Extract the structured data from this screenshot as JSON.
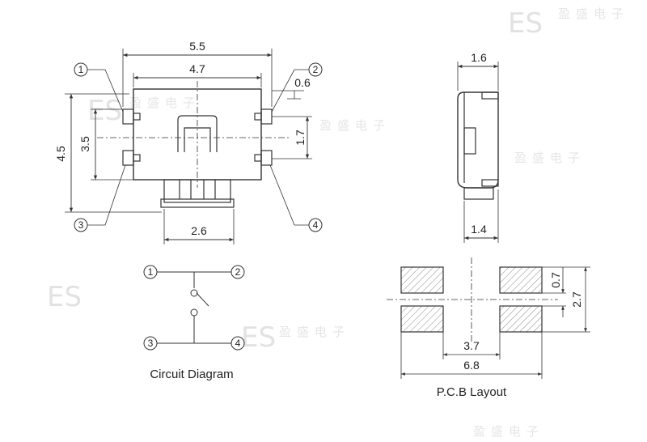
{
  "watermark": {
    "logo": "ES",
    "chars": [
      "盈",
      "盛",
      "电",
      "子"
    ]
  },
  "front_view": {
    "dim_overall_width": "5.5",
    "dim_body_width": "4.7",
    "dim_terminal_width": "0.6",
    "dim_overall_height": "4.5",
    "dim_pin_span": "3.5",
    "dim_pin_pitch": "1.7",
    "dim_actuator_width": "2.6",
    "pins": [
      "1",
      "2",
      "3",
      "4"
    ]
  },
  "side_view": {
    "dim_top": "1.6",
    "dim_bottom": "1.4"
  },
  "circuit": {
    "title": "Circuit Diagram",
    "pins": [
      "1",
      "2",
      "3",
      "4"
    ]
  },
  "pcb": {
    "title": "P.C.B Layout",
    "dim_gap": "0.7",
    "dim_height": "2.7",
    "dim_inner": "3.7",
    "dim_outer": "6.8"
  }
}
